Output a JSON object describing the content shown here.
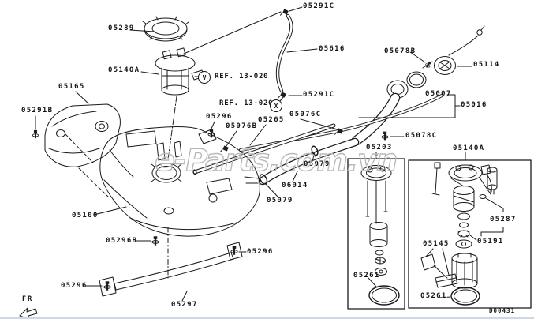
{
  "diagram": {
    "watermark": "e-Parts.com.vn",
    "code": "D00431",
    "fr": "FR"
  },
  "refs": {
    "v_text": "REF. 13-020",
    "v_sym": "V",
    "x_text": "REF. 13-020",
    "x_sym": "X"
  },
  "labels": {
    "p05289": "05289",
    "p05140a": "05140A",
    "p05291c_top": "05291C",
    "p05616": "05616",
    "p05291c_mid": "05291C",
    "p05078b": "05078B",
    "p05114": "05114",
    "p05007": "05007",
    "p05016": "05016",
    "p05165": "05165",
    "p05291b": "05291B",
    "p05296_top": "05296",
    "p05076b": "05076B",
    "p05265": "05265",
    "p05076c": "05076C",
    "p05078c": "05078C",
    "p05203": "05203",
    "p05140a_box": "05140A",
    "p05079_a": "05079",
    "p06014": "06014",
    "p05079_b": "05079",
    "p05100": "05100",
    "p05296b": "05296B",
    "p05296_right": "05296",
    "p05296_left": "05296",
    "p05297": "05297",
    "p05261_left": "05261",
    "p05145": "05145",
    "p05287": "05287",
    "p05191": "05191",
    "p05261_right": "05261"
  }
}
